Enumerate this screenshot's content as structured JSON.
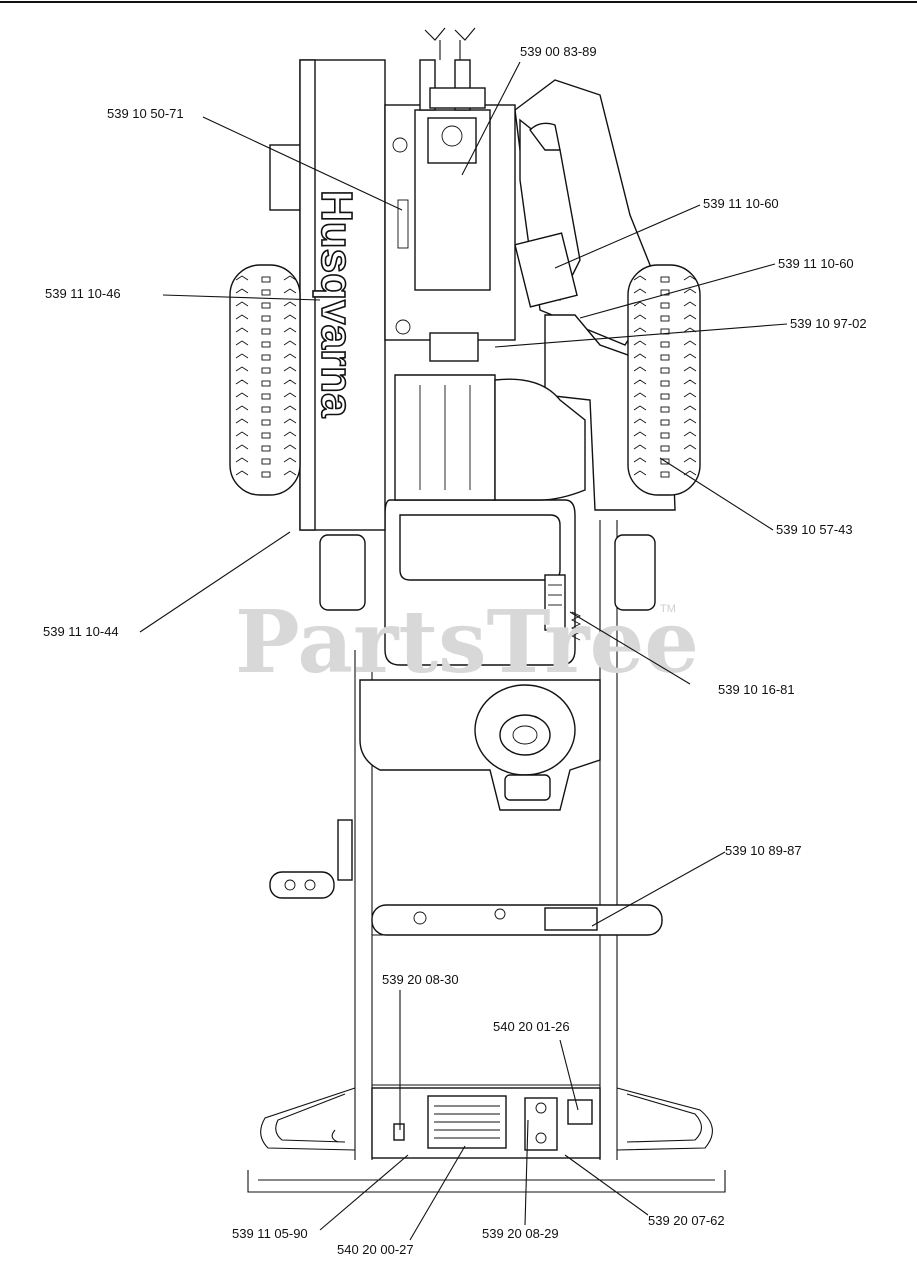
{
  "watermark": {
    "text": "PartsTree",
    "trademark": "TM"
  },
  "decal_text": {
    "brand": "Husqvarna"
  },
  "callouts": [
    {
      "id": "c1",
      "part_number": "539 00 83-89"
    },
    {
      "id": "c2",
      "part_number": "539 10 50-71"
    },
    {
      "id": "c3",
      "part_number": "539 11 10-60"
    },
    {
      "id": "c4",
      "part_number": "539 11 10-46"
    },
    {
      "id": "c5",
      "part_number": "539 11 10-60"
    },
    {
      "id": "c6",
      "part_number": "539 10 97-02"
    },
    {
      "id": "c7",
      "part_number": "539 10 57-43"
    },
    {
      "id": "c8",
      "part_number": "539 11 10-44"
    },
    {
      "id": "c9",
      "part_number": "539 10 16-81"
    },
    {
      "id": "c10",
      "part_number": "539 10 89-87"
    },
    {
      "id": "c11",
      "part_number": "539 20 08-30"
    },
    {
      "id": "c12",
      "part_number": "540 20 01-26"
    },
    {
      "id": "c13",
      "part_number": "539 11 05-90"
    },
    {
      "id": "c14",
      "part_number": "540 20 00-27"
    },
    {
      "id": "c15",
      "part_number": "539 20 08-29"
    },
    {
      "id": "c16",
      "part_number": "539 20 07-62"
    }
  ]
}
